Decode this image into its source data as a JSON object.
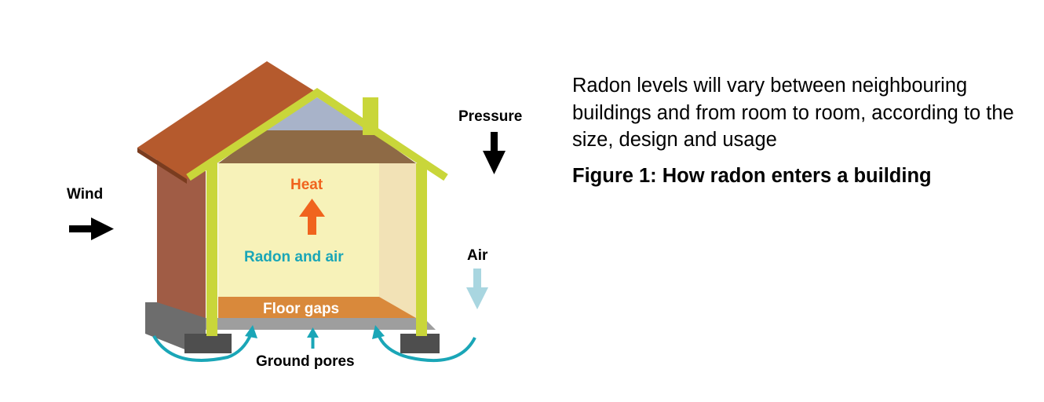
{
  "diagram": {
    "labels": {
      "wind": "Wind",
      "pressure": "Pressure",
      "heat": "Heat",
      "radon_and_air": "Radon and air",
      "air": "Air",
      "floor_gaps": "Floor gaps",
      "ground_pores": "Ground pores"
    },
    "colors": {
      "roof": "#b55a2d",
      "wall_outer": "#a05c45",
      "frame": "#c9d63a",
      "interior": "#f7f2b9",
      "interior_side": "#f2e2b6",
      "attic": "#8e6a45",
      "attic_gable": "#a8b3c9",
      "floor": "#d9893b",
      "foundation": "#6d6d6d",
      "heat_red": "#f0641e",
      "radon_teal": "#1aa6b7",
      "air_light_blue": "#a9d6e0",
      "arrow_black": "#000000"
    }
  },
  "text": {
    "description": "Radon levels will vary between neighbouring buildings and from room to room, according to the size, design and usage",
    "caption": "Figure 1: How radon enters a building"
  }
}
